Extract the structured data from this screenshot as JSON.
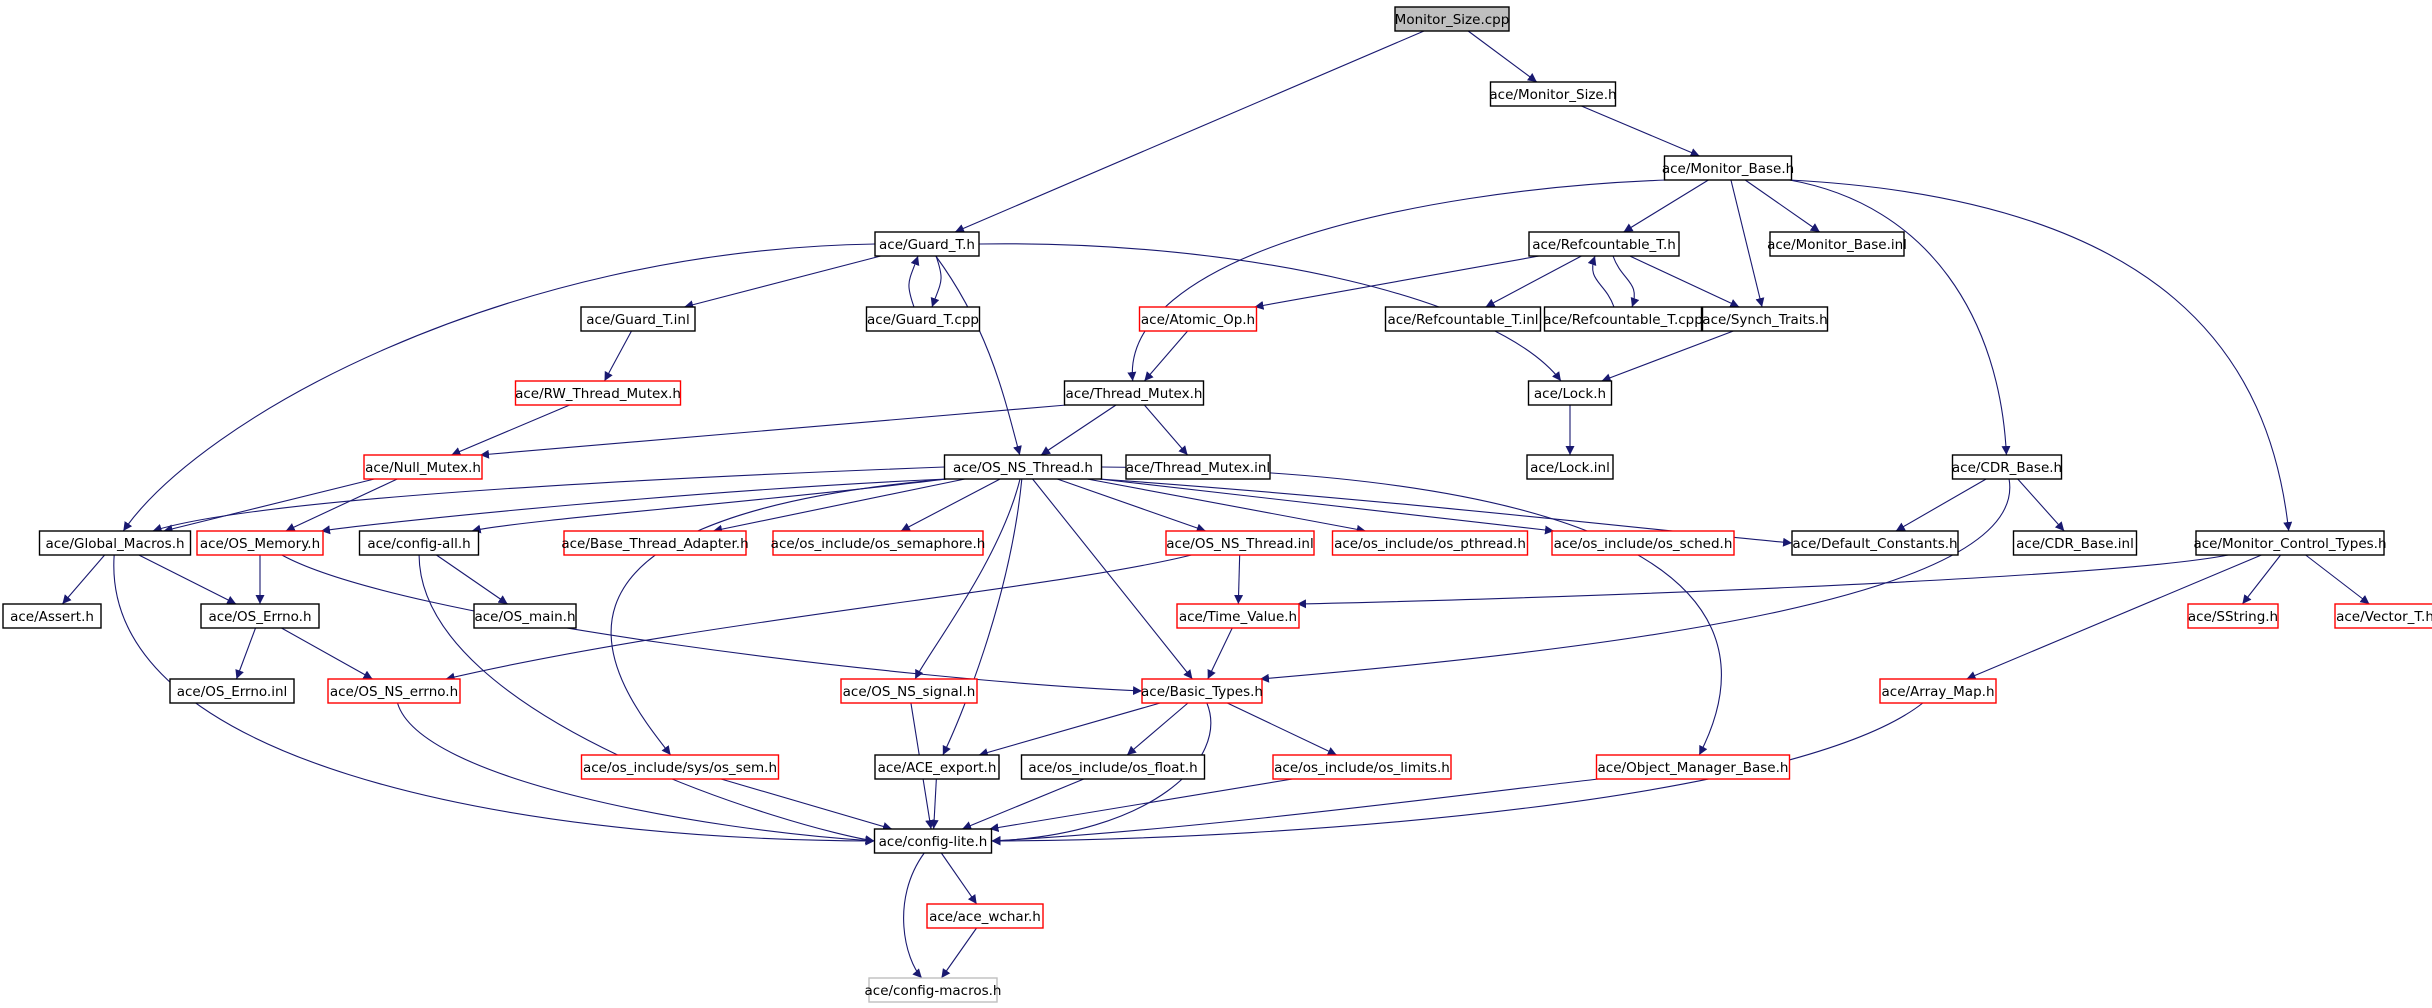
{
  "colors": {
    "edge": "#191970",
    "node_border_default": "#000000",
    "node_border_red": "#ff0000",
    "node_border_gray": "#bfbfbf",
    "root_fill": "#bfbfbf",
    "node_fill": "#ffffff"
  },
  "nodes": [
    {
      "id": "monitor_size_cpp",
      "label": "Monitor_Size.cpp",
      "border": "black",
      "root": true
    },
    {
      "id": "monitor_size_h",
      "label": "ace/Monitor_Size.h",
      "border": "black"
    },
    {
      "id": "monitor_base_h",
      "label": "ace/Monitor_Base.h",
      "border": "black"
    },
    {
      "id": "guard_t_h",
      "label": "ace/Guard_T.h",
      "border": "black"
    },
    {
      "id": "refcountable_t_h",
      "label": "ace/Refcountable_T.h",
      "border": "black"
    },
    {
      "id": "monitor_base_inl",
      "label": "ace/Monitor_Base.inl",
      "border": "black"
    },
    {
      "id": "guard_t_inl",
      "label": "ace/Guard_T.inl",
      "border": "black"
    },
    {
      "id": "guard_t_cpp",
      "label": "ace/Guard_T.cpp",
      "border": "black"
    },
    {
      "id": "atomic_op_h",
      "label": "ace/Atomic_Op.h",
      "border": "red"
    },
    {
      "id": "refcountable_t_inl",
      "label": "ace/Refcountable_T.inl",
      "border": "black"
    },
    {
      "id": "refcountable_t_cpp",
      "label": "ace/Refcountable_T.cpp",
      "border": "black"
    },
    {
      "id": "synch_traits_h",
      "label": "ace/Synch_Traits.h",
      "border": "black"
    },
    {
      "id": "rw_thread_mutex_h",
      "label": "ace/RW_Thread_Mutex.h",
      "border": "red"
    },
    {
      "id": "thread_mutex_h",
      "label": "ace/Thread_Mutex.h",
      "border": "black"
    },
    {
      "id": "lock_h",
      "label": "ace/Lock.h",
      "border": "black"
    },
    {
      "id": "null_mutex_h",
      "label": "ace/Null_Mutex.h",
      "border": "red"
    },
    {
      "id": "os_ns_thread_h",
      "label": "ace/OS_NS_Thread.h",
      "border": "black"
    },
    {
      "id": "thread_mutex_inl",
      "label": "ace/Thread_Mutex.inl",
      "border": "black"
    },
    {
      "id": "lock_inl",
      "label": "ace/Lock.inl",
      "border": "black"
    },
    {
      "id": "cdr_base_h",
      "label": "ace/CDR_Base.h",
      "border": "black"
    },
    {
      "id": "global_macros_h",
      "label": "ace/Global_Macros.h",
      "border": "black"
    },
    {
      "id": "os_memory_h",
      "label": "ace/OS_Memory.h",
      "border": "red"
    },
    {
      "id": "config_all_h",
      "label": "ace/config-all.h",
      "border": "black"
    },
    {
      "id": "base_thread_adapter_h",
      "label": "ace/Base_Thread_Adapter.h",
      "border": "red"
    },
    {
      "id": "os_semaphore_h",
      "label": "ace/os_include/os_semaphore.h",
      "border": "red"
    },
    {
      "id": "os_ns_thread_inl",
      "label": "ace/OS_NS_Thread.inl",
      "border": "red"
    },
    {
      "id": "os_pthread_h",
      "label": "ace/os_include/os_pthread.h",
      "border": "red"
    },
    {
      "id": "os_sched_h",
      "label": "ace/os_include/os_sched.h",
      "border": "red"
    },
    {
      "id": "default_constants_h",
      "label": "ace/Default_Constants.h",
      "border": "black"
    },
    {
      "id": "cdr_base_inl",
      "label": "ace/CDR_Base.inl",
      "border": "black"
    },
    {
      "id": "monitor_control_types_h",
      "label": "ace/Monitor_Control_Types.h",
      "border": "black"
    },
    {
      "id": "assert_h",
      "label": "ace/Assert.h",
      "border": "black"
    },
    {
      "id": "os_errno_h",
      "label": "ace/OS_Errno.h",
      "border": "black"
    },
    {
      "id": "os_main_h",
      "label": "ace/OS_main.h",
      "border": "black"
    },
    {
      "id": "time_value_h",
      "label": "ace/Time_Value.h",
      "border": "red"
    },
    {
      "id": "sstring_h",
      "label": "ace/SString.h",
      "border": "red"
    },
    {
      "id": "vector_t_h",
      "label": "ace/Vector_T.h",
      "border": "red"
    },
    {
      "id": "os_errno_inl",
      "label": "ace/OS_Errno.inl",
      "border": "black"
    },
    {
      "id": "os_ns_errno_h",
      "label": "ace/OS_NS_errno.h",
      "border": "red"
    },
    {
      "id": "os_ns_signal_h",
      "label": "ace/OS_NS_signal.h",
      "border": "red"
    },
    {
      "id": "basic_types_h",
      "label": "ace/Basic_Types.h",
      "border": "red"
    },
    {
      "id": "array_map_h",
      "label": "ace/Array_Map.h",
      "border": "red"
    },
    {
      "id": "os_sem_h",
      "label": "ace/os_include/sys/os_sem.h",
      "border": "red"
    },
    {
      "id": "ace_export_h",
      "label": "ace/ACE_export.h",
      "border": "black"
    },
    {
      "id": "os_float_h",
      "label": "ace/os_include/os_float.h",
      "border": "black"
    },
    {
      "id": "os_limits_h",
      "label": "ace/os_include/os_limits.h",
      "border": "red"
    },
    {
      "id": "object_manager_base_h",
      "label": "ace/Object_Manager_Base.h",
      "border": "red"
    },
    {
      "id": "config_lite_h",
      "label": "ace/config-lite.h",
      "border": "black"
    },
    {
      "id": "ace_wchar_h",
      "label": "ace/ace_wchar.h",
      "border": "red"
    },
    {
      "id": "config_macros_h",
      "label": "ace/config-macros.h",
      "border": "gray"
    }
  ],
  "edges": [
    [
      "monitor_size_cpp",
      "monitor_size_h"
    ],
    [
      "monitor_size_cpp",
      "guard_t_h"
    ],
    [
      "monitor_size_h",
      "monitor_base_h"
    ],
    [
      "monitor_base_h",
      "refcountable_t_h"
    ],
    [
      "monitor_base_h",
      "monitor_base_inl"
    ],
    [
      "monitor_base_h",
      "synch_traits_h"
    ],
    [
      "monitor_base_h",
      "thread_mutex_h"
    ],
    [
      "monitor_base_h",
      "cdr_base_h"
    ],
    [
      "monitor_base_h",
      "monitor_control_types_h"
    ],
    [
      "guard_t_h",
      "guard_t_inl"
    ],
    [
      "guard_t_h",
      "guard_t_cpp"
    ],
    [
      "guard_t_cpp",
      "guard_t_h"
    ],
    [
      "guard_t_h",
      "lock_h"
    ],
    [
      "guard_t_h",
      "os_ns_thread_h"
    ],
    [
      "guard_t_h",
      "global_macros_h"
    ],
    [
      "guard_t_inl",
      "rw_thread_mutex_h"
    ],
    [
      "rw_thread_mutex_h",
      "null_mutex_h"
    ],
    [
      "refcountable_t_h",
      "atomic_op_h"
    ],
    [
      "refcountable_t_h",
      "refcountable_t_inl"
    ],
    [
      "refcountable_t_h",
      "refcountable_t_cpp"
    ],
    [
      "refcountable_t_cpp",
      "refcountable_t_h"
    ],
    [
      "refcountable_t_h",
      "synch_traits_h"
    ],
    [
      "atomic_op_h",
      "thread_mutex_h"
    ],
    [
      "synch_traits_h",
      "lock_h"
    ],
    [
      "thread_mutex_h",
      "null_mutex_h"
    ],
    [
      "thread_mutex_h",
      "os_ns_thread_h"
    ],
    [
      "thread_mutex_h",
      "thread_mutex_inl"
    ],
    [
      "lock_h",
      "lock_inl"
    ],
    [
      "null_mutex_h",
      "global_macros_h"
    ],
    [
      "null_mutex_h",
      "os_memory_h"
    ],
    [
      "os_ns_thread_h",
      "global_macros_h"
    ],
    [
      "os_ns_thread_h",
      "os_memory_h"
    ],
    [
      "os_ns_thread_h",
      "config_all_h"
    ],
    [
      "os_ns_thread_h",
      "base_thread_adapter_h"
    ],
    [
      "os_ns_thread_h",
      "os_semaphore_h"
    ],
    [
      "os_ns_thread_h",
      "os_ns_thread_inl"
    ],
    [
      "os_ns_thread_h",
      "os_pthread_h"
    ],
    [
      "os_ns_thread_h",
      "os_sched_h"
    ],
    [
      "os_ns_thread_h",
      "default_constants_h"
    ],
    [
      "os_ns_thread_h",
      "basic_types_h"
    ],
    [
      "os_ns_thread_h",
      "os_ns_signal_h"
    ],
    [
      "os_ns_thread_h",
      "ace_export_h"
    ],
    [
      "os_ns_thread_h",
      "os_sem_h"
    ],
    [
      "os_ns_thread_h",
      "object_manager_base_h"
    ],
    [
      "cdr_base_h",
      "default_constants_h"
    ],
    [
      "cdr_base_h",
      "cdr_base_inl"
    ],
    [
      "cdr_base_h",
      "basic_types_h"
    ],
    [
      "monitor_control_types_h",
      "time_value_h"
    ],
    [
      "monitor_control_types_h",
      "sstring_h"
    ],
    [
      "monitor_control_types_h",
      "vector_t_h"
    ],
    [
      "monitor_control_types_h",
      "array_map_h"
    ],
    [
      "global_macros_h",
      "assert_h"
    ],
    [
      "global_macros_h",
      "os_errno_h"
    ],
    [
      "global_macros_h",
      "config_lite_h"
    ],
    [
      "os_memory_h",
      "os_errno_h"
    ],
    [
      "os_memory_h",
      "basic_types_h"
    ],
    [
      "config_all_h",
      "os_main_h"
    ],
    [
      "config_all_h",
      "config_lite_h"
    ],
    [
      "os_ns_thread_inl",
      "time_value_h"
    ],
    [
      "os_ns_thread_inl",
      "os_ns_errno_h"
    ],
    [
      "os_errno_h",
      "os_errno_inl"
    ],
    [
      "os_errno_h",
      "os_ns_errno_h"
    ],
    [
      "time_value_h",
      "basic_types_h"
    ],
    [
      "os_ns_errno_h",
      "config_lite_h"
    ],
    [
      "os_ns_signal_h",
      "config_lite_h"
    ],
    [
      "basic_types_h",
      "ace_export_h"
    ],
    [
      "basic_types_h",
      "os_float_h"
    ],
    [
      "basic_types_h",
      "os_limits_h"
    ],
    [
      "basic_types_h",
      "config_lite_h"
    ],
    [
      "array_map_h",
      "config_lite_h"
    ],
    [
      "os_sem_h",
      "config_lite_h"
    ],
    [
      "ace_export_h",
      "config_lite_h"
    ],
    [
      "os_float_h",
      "config_lite_h"
    ],
    [
      "os_limits_h",
      "config_lite_h"
    ],
    [
      "object_manager_base_h",
      "config_lite_h"
    ],
    [
      "config_lite_h",
      "ace_wchar_h"
    ],
    [
      "config_lite_h",
      "config_macros_h"
    ],
    [
      "ace_wchar_h",
      "config_macros_h"
    ]
  ]
}
